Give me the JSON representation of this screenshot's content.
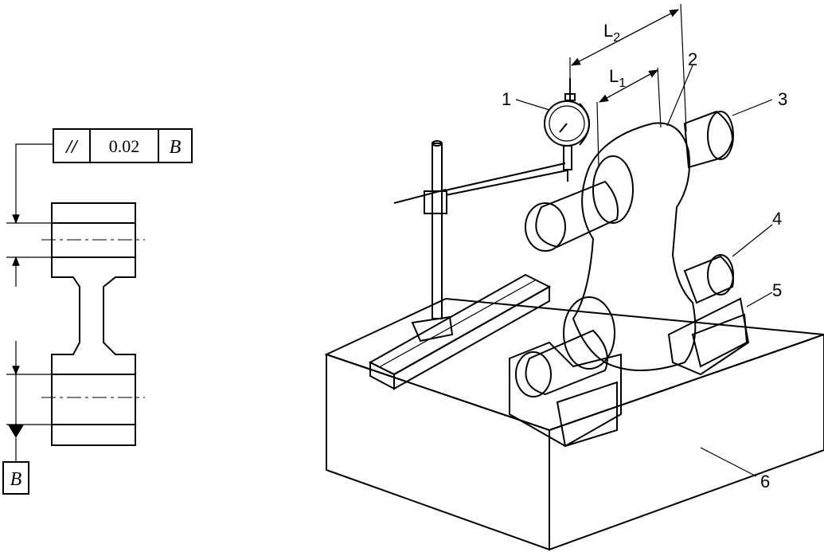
{
  "tolerance_frame": {
    "symbol": "//",
    "value": "0.02",
    "datum": "B"
  },
  "datum_box": {
    "label": "B"
  },
  "dimensions": {
    "l1": "L1",
    "l2": "L2"
  },
  "callouts": [
    "1",
    "2",
    "3",
    "4",
    "5",
    "6"
  ]
}
